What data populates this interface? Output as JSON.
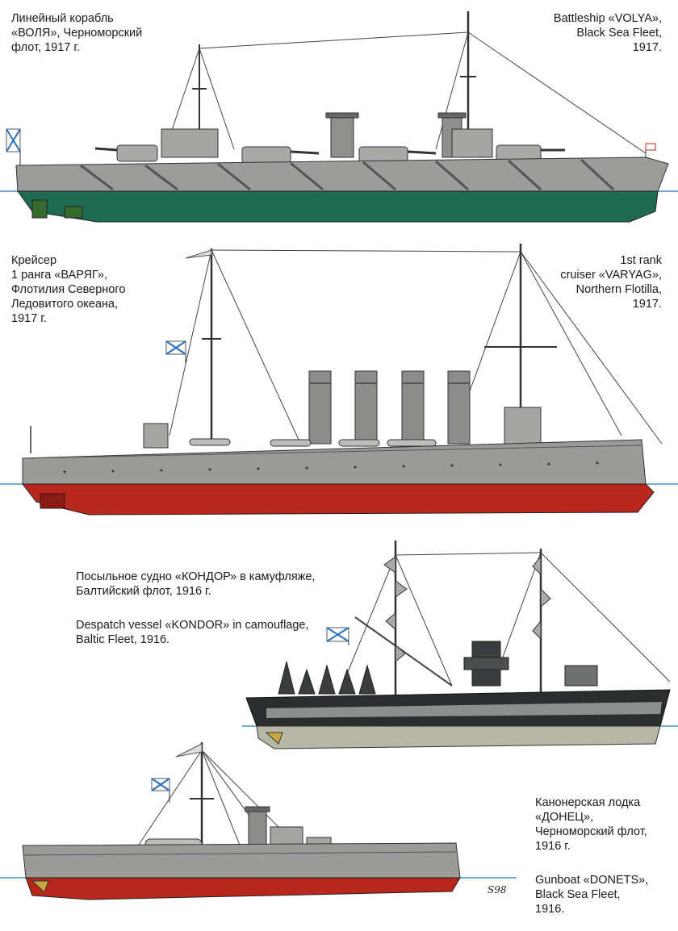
{
  "volya": {
    "ru": "Линейный корабль\n«ВОЛЯ», Черноморский\nфлот, 1917 г.",
    "en": "Battleship «VOLYA»,\nBlack Sea Fleet,\n1917."
  },
  "varyag": {
    "ru": "Крейсер\n1 ранга «ВАРЯГ»,\nФлотилия Северного\nЛедовитого океана,\n1917 г.",
    "en": "1st rank\ncruiser «VARYAG»,\nNorthern Flotilla,\n1917."
  },
  "kondor": {
    "ru": "Посыльное судно «КОНДОР» в камуфляже,\nБалтийский флот, 1916 г.",
    "en": "Despatch vessel «KONDOR» in camouflage,\nBaltic Fleet, 1916."
  },
  "donets": {
    "ru": "Канонерская лодка\n«ДОНЕЦ»,\nЧерноморский флот,\n1916 г.",
    "en": "Gunboat «DONETS»,\nBlack Sea Fleet,\n1916."
  },
  "signature": "S98",
  "colors": {
    "hull_grey": "#9a9a98",
    "hull_dark": "#2b2e2e",
    "antifouling_green": "#1f6b52",
    "antifouling_red": "#b8261c",
    "waterline_blue": "#4a90c8",
    "flag_blue": "#2a6fc0"
  }
}
